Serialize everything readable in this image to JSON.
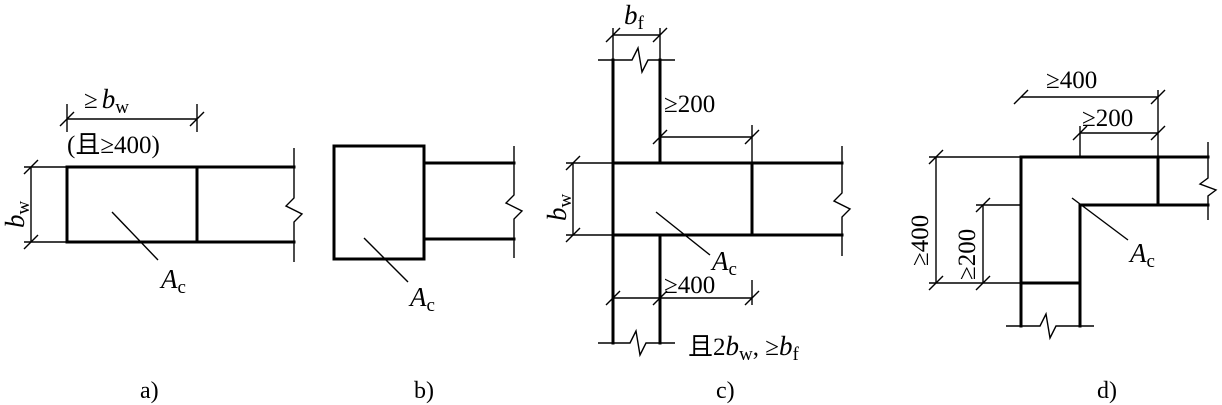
{
  "panels": {
    "a": {
      "caption": "a)",
      "width_label": "≥",
      "width_var": "b",
      "width_sub": "w",
      "note": "(且≥400)",
      "height_var": "b",
      "height_sub": "w",
      "area_var": "A",
      "area_sub": "c"
    },
    "b": {
      "caption": "b)",
      "area_var": "A",
      "area_sub": "c"
    },
    "c": {
      "caption": "c)",
      "top_var": "b",
      "top_sub": "f",
      "dim_200": "≥200",
      "height_var": "b",
      "height_sub": "w",
      "area_var": "A",
      "area_sub": "c",
      "dim_400": "≥400",
      "note_prefix": "且2",
      "note_var1": "b",
      "note_sub1": "w",
      "note_mid": ", ≥",
      "note_var2": "b",
      "note_sub2": "f"
    },
    "d": {
      "caption": "d)",
      "dim_top_400": "≥400",
      "dim_top_200": "≥200",
      "dim_left_400": "≥400",
      "dim_left_200": "≥200",
      "area_var": "A",
      "area_sub": "c"
    }
  }
}
